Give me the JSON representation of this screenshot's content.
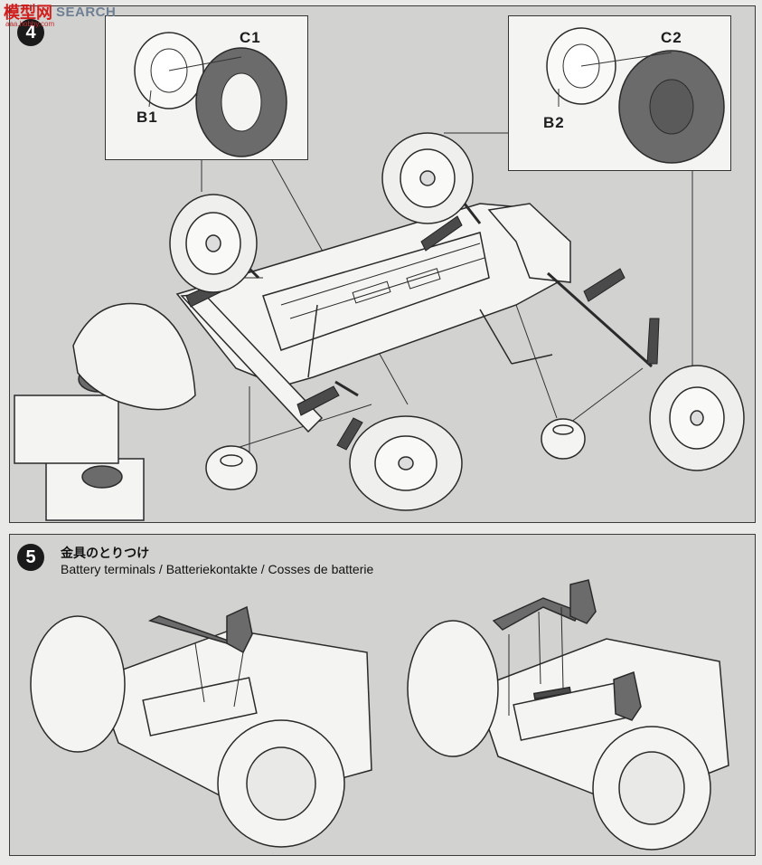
{
  "watermark": {
    "brand_mark": "模型网",
    "brand_text": "SEARCH",
    "brand_sub": "aaa.hobby.com"
  },
  "step4": {
    "number": "4",
    "labels": {
      "front_tire": "C1",
      "front_wheel": "B1",
      "rear_tire": "C2",
      "rear_wheel": "B2"
    }
  },
  "step5": {
    "number": "5",
    "title_jp": "金具のとりつけ",
    "title_en": "Battery terminals / Batteriekontakte / Cosses de batterie"
  },
  "colors": {
    "page_bg": "#e9e9e7",
    "panel_bg": "#d2d2d0",
    "callout_bg": "#f4f4f2",
    "tire_grey": "#6b6b6b",
    "line": "#2a2a2a",
    "accent_mark": "#d21d1d"
  }
}
